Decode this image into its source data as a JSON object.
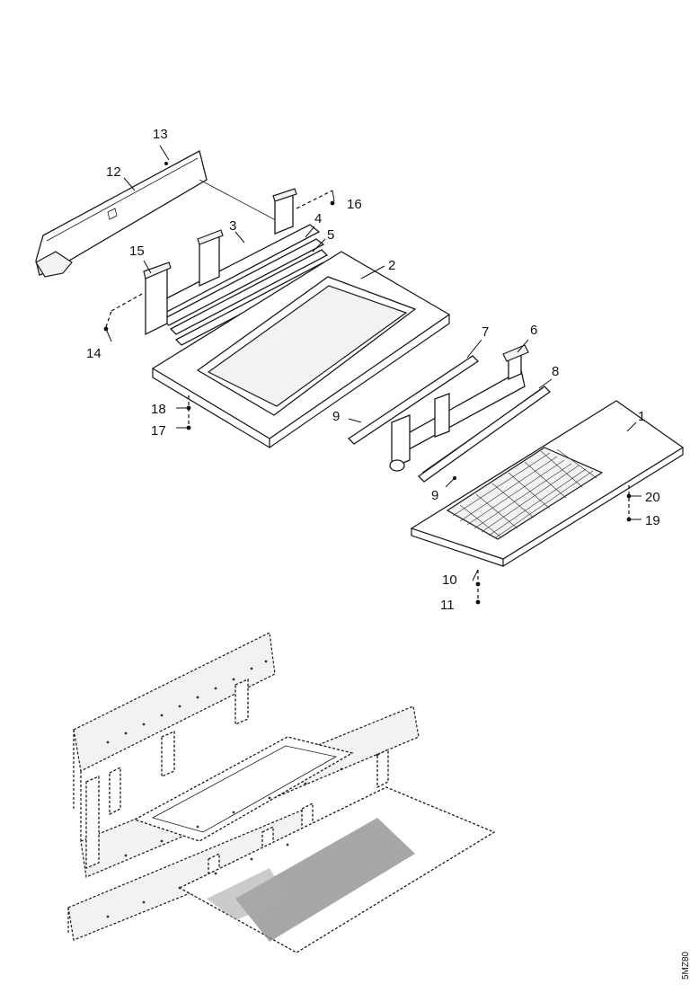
{
  "diagram": {
    "callouts": [
      {
        "key": "c1",
        "label": "1"
      },
      {
        "key": "c2",
        "label": "2"
      },
      {
        "key": "c3",
        "label": "3"
      },
      {
        "key": "c4",
        "label": "4"
      },
      {
        "key": "c5",
        "label": "5"
      },
      {
        "key": "c6",
        "label": "6"
      },
      {
        "key": "c7",
        "label": "7"
      },
      {
        "key": "c8",
        "label": "8"
      },
      {
        "key": "c9a",
        "label": "9"
      },
      {
        "key": "c9b",
        "label": "9"
      },
      {
        "key": "c10",
        "label": "10"
      },
      {
        "key": "c11",
        "label": "11"
      },
      {
        "key": "c12",
        "label": "12"
      },
      {
        "key": "c13",
        "label": "13"
      },
      {
        "key": "c14",
        "label": "14"
      },
      {
        "key": "c15",
        "label": "15"
      },
      {
        "key": "c16",
        "label": "16"
      },
      {
        "key": "c17",
        "label": "17"
      },
      {
        "key": "c18",
        "label": "18"
      },
      {
        "key": "c19",
        "label": "19"
      },
      {
        "key": "c20",
        "label": "20"
      }
    ],
    "figure_code": "5MZ80"
  }
}
